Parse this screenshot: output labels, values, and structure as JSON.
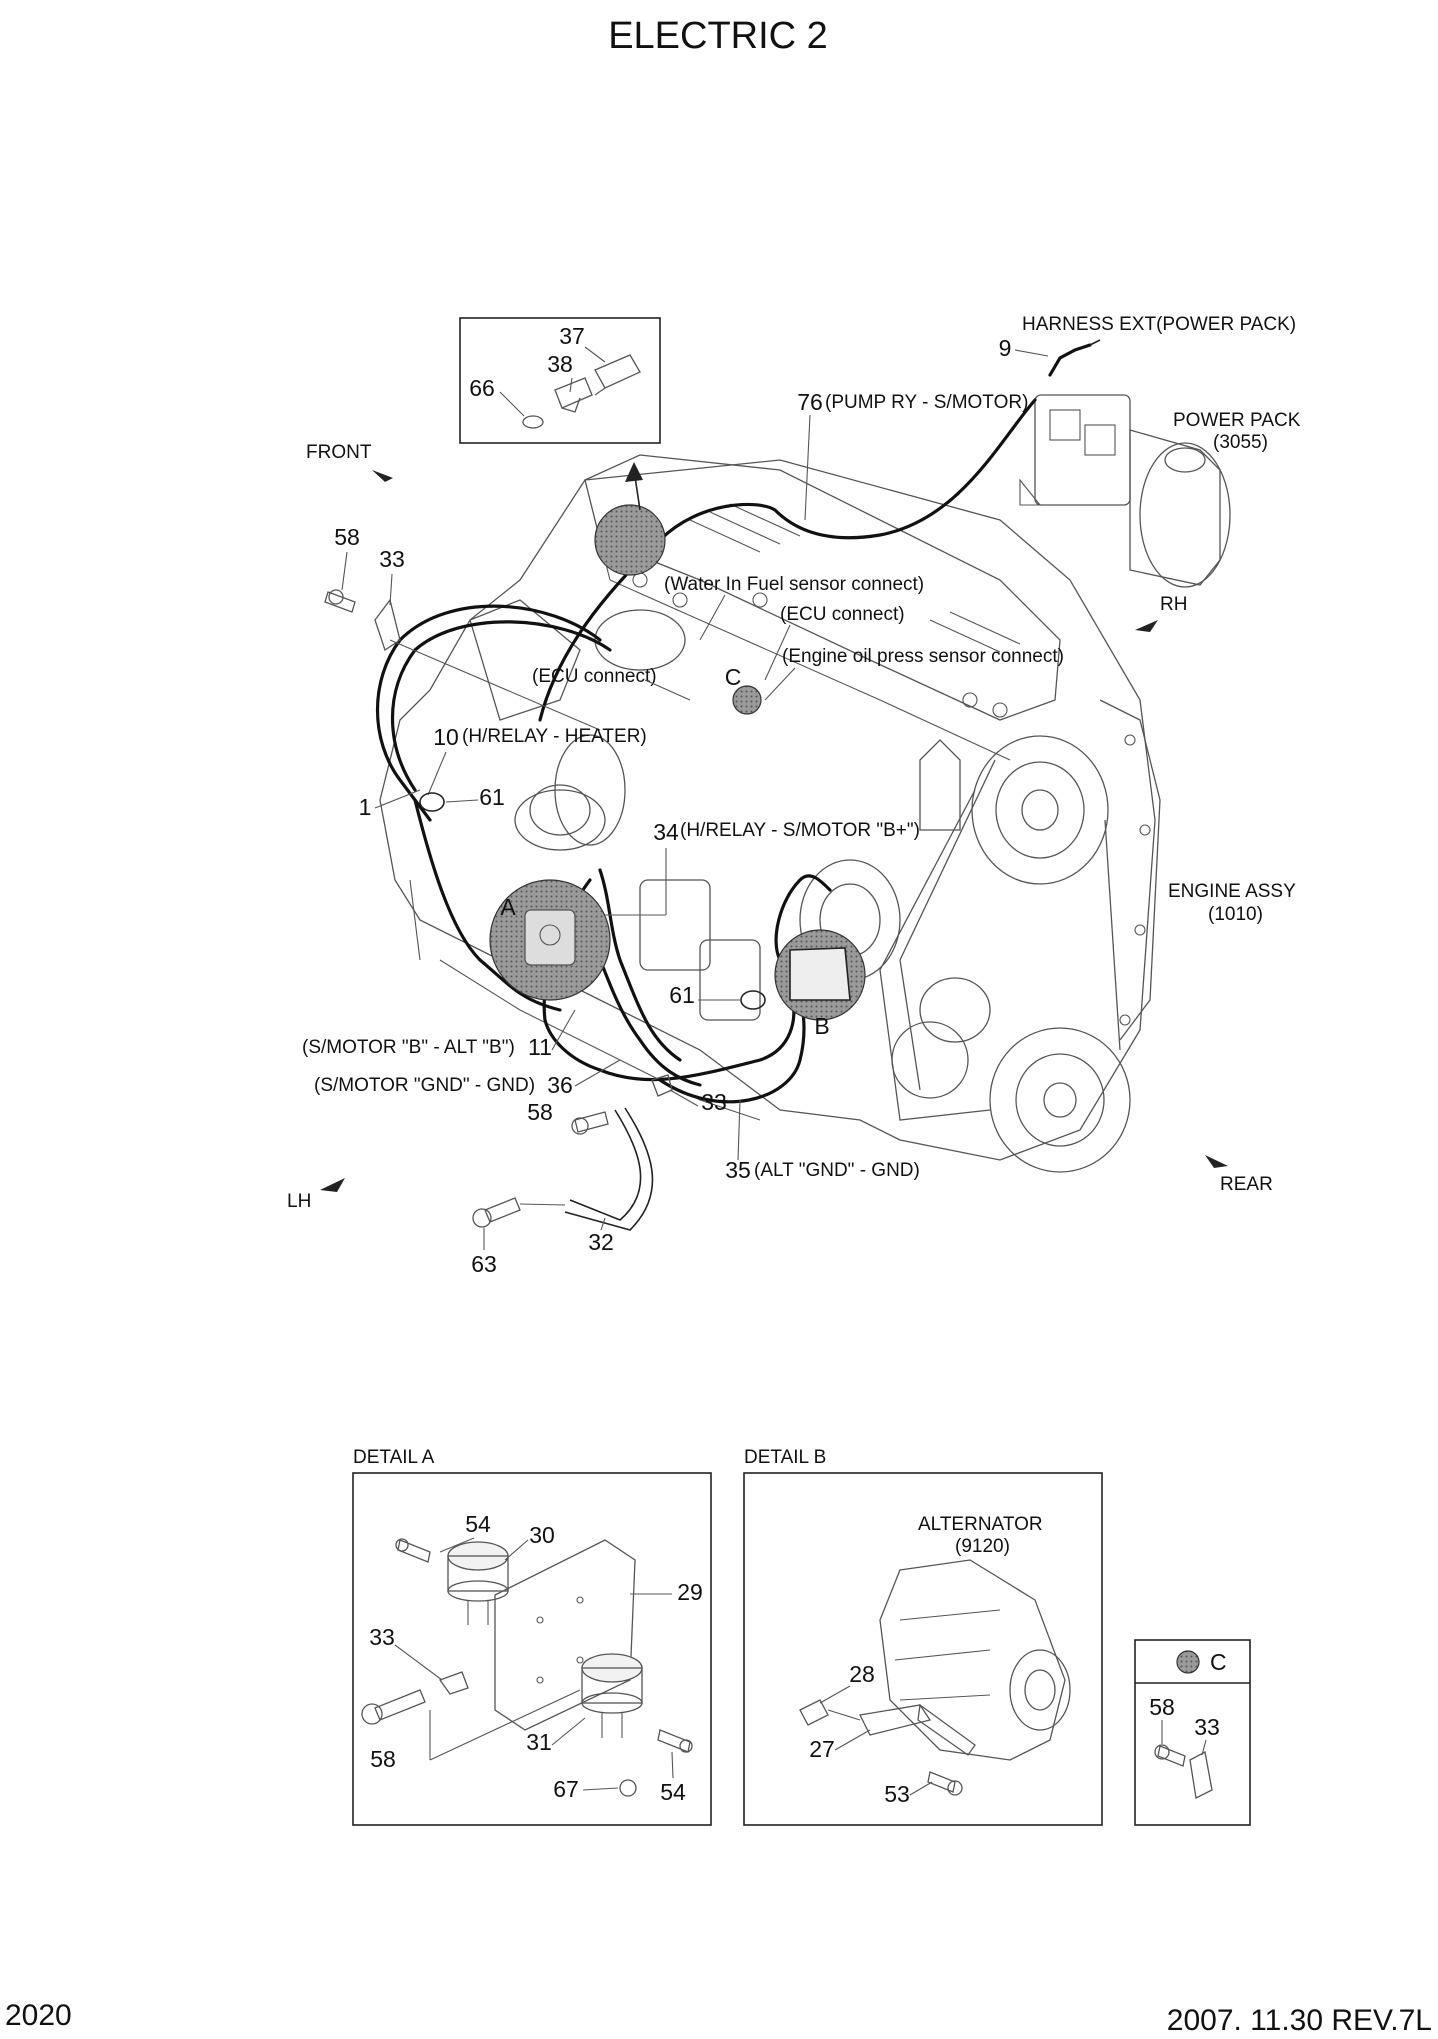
{
  "title": "ELECTRIC 2",
  "footer": {
    "page_number": "2020",
    "revision": "2007. 11.30 REV.7L"
  },
  "directions": {
    "front": "FRONT",
    "rh": "RH",
    "lh": "LH",
    "rear": "REAR"
  },
  "components": {
    "harness_ext": "HARNESS EXT(POWER PACK)",
    "power_pack": "POWER PACK",
    "power_pack_code": "(3055)",
    "engine_assy": "ENGINE ASSY",
    "engine_assy_code": "(1010)",
    "alternator": "ALTERNATOR",
    "alternator_code": "(9120)"
  },
  "connectors": {
    "wif": "(Water In Fuel sensor connect)",
    "ecu_upper": "(ECU connect)",
    "oil_press": "(Engine oil press sensor connect)",
    "ecu_left": "(ECU connect)"
  },
  "callouts": {
    "c37": "37",
    "c38": "38",
    "c66": "66",
    "c9": "9",
    "c76": "76",
    "c76_desc": "(PUMP RY - S/MOTOR)",
    "c58a": "58",
    "c33a": "33",
    "c10": "10",
    "c10_desc": "(H/RELAY - HEATER)",
    "c1": "1",
    "c61a": "61",
    "c34": "34",
    "c34_desc": "(H/RELAY - S/MOTOR \"B+\")",
    "c61b": "61",
    "c11_desc": "(S/MOTOR \"B\" - ALT \"B\")",
    "c11": "11",
    "c36_desc": "(S/MOTOR \"GND\" - GND)",
    "c36": "36",
    "c33b": "33",
    "c58b": "58",
    "c35": "35",
    "c35_desc": "(ALT \"GND\" - GND)",
    "c32": "32",
    "c63": "63"
  },
  "markers": {
    "a": "A",
    "b": "B",
    "c": "C"
  },
  "detail_a": {
    "title": "DETAIL A",
    "c54a": "54",
    "c30": "30",
    "c29": "29",
    "c33": "33",
    "c58": "58",
    "c31": "31",
    "c67": "67",
    "c54b": "54"
  },
  "detail_b": {
    "title": "DETAIL B",
    "c28": "28",
    "c27": "27",
    "c53": "53"
  },
  "detail_c": {
    "marker": "C",
    "c58": "58",
    "c33": "33"
  }
}
